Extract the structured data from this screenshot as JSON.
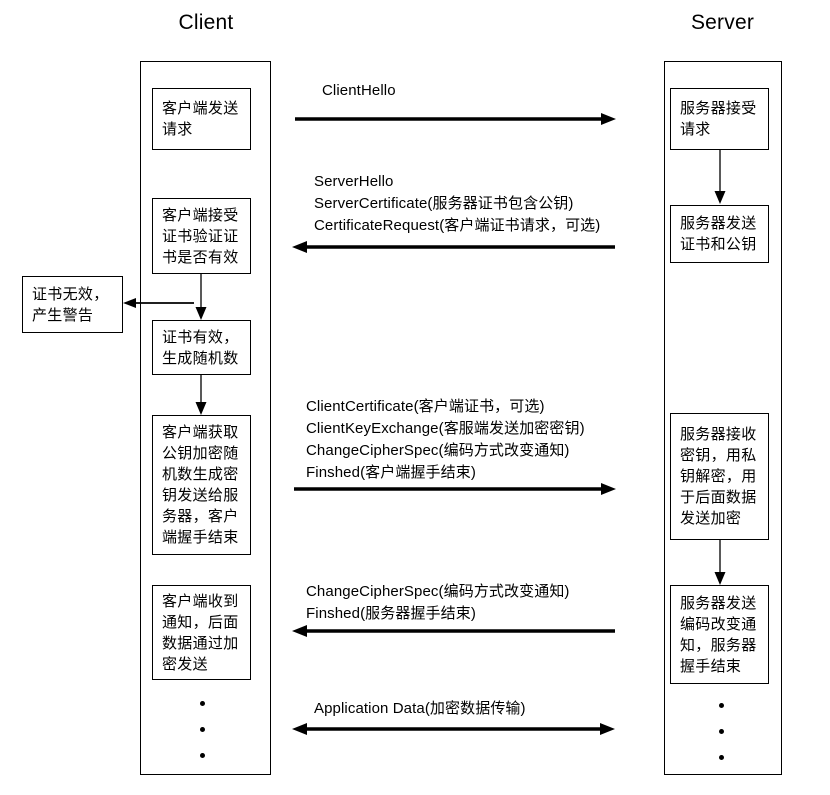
{
  "diagram": {
    "title_client": "Client",
    "title_server": "Server",
    "type": "sequence-diagram",
    "ellipsis_glyph": "•"
  },
  "client_nodes": [
    {
      "id": "client-send-request",
      "text": "客户端发送请求"
    },
    {
      "id": "client-verify-cert",
      "text": "客户端接受证书验证证书是否有效"
    },
    {
      "id": "client-cert-valid",
      "text": "证书有效，生成随机数"
    },
    {
      "id": "client-key-exchange",
      "text": "客户端获取公钥加密随机数生成密钥发送给服务器，客户端握手结束"
    },
    {
      "id": "client-receive-notice",
      "text": "客户端收到通知，后面数据通过加密发送"
    }
  ],
  "side_nodes": [
    {
      "id": "cert-invalid-alert",
      "text": "证书无效，产生警告"
    }
  ],
  "server_nodes": [
    {
      "id": "server-accept-request",
      "text": "服务器接受请求"
    },
    {
      "id": "server-send-cert",
      "text": "服务器发送证书和公钥"
    },
    {
      "id": "server-receive-key",
      "text": "服务器接收密钥，用私钥解密，用于后面数据发送加密"
    },
    {
      "id": "server-send-changecipher",
      "text": "服务器发送编码改变通知，服务器握手结束"
    }
  ],
  "messages": [
    {
      "id": "msg-client-hello",
      "direction": "right",
      "lines": [
        "ClientHello"
      ]
    },
    {
      "id": "msg-server-hello",
      "direction": "left",
      "lines": [
        "ServerHello",
        "ServerCertificate(服务器证书包含公钥)",
        "CertificateRequest(客户端证书请求，可选)"
      ]
    },
    {
      "id": "msg-client-key-exchange",
      "direction": "right",
      "lines": [
        "ClientCertificate(客户端证书，可选)",
        "ClientKeyExchange(客服端发送加密密钥)",
        "ChangeCipherSpec(编码方式改变通知)",
        "Finshed(客户端握手结束)"
      ]
    },
    {
      "id": "msg-server-changecipher",
      "direction": "left",
      "lines": [
        "ChangeCipherSpec(编码方式改变通知)",
        "Finshed(服务器握手结束)"
      ]
    },
    {
      "id": "msg-application-data",
      "direction": "both",
      "lines": [
        "Application Data(加密数据传输)"
      ]
    }
  ],
  "colors": {
    "stroke": "#000000",
    "background": "#ffffff",
    "connector": "#595959"
  }
}
